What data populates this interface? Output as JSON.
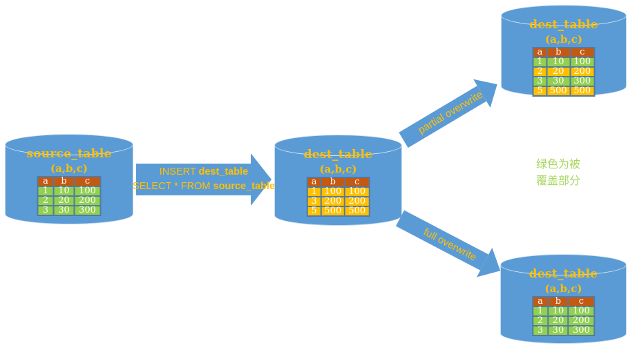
{
  "colors": {
    "cylinder_blue": "#5b9bd5",
    "header_orange": "#c45911",
    "row_green": "#92d050",
    "row_yellow": "#ffc000",
    "gold_text": "#ffc000",
    "note_green": "#a8d760"
  },
  "sql_arrow": {
    "line1": {
      "prefix": "INSERT ",
      "bold": "dest_table"
    },
    "line2": {
      "prefix": "SELECT * FROM ",
      "bold": "source_table"
    }
  },
  "flow_arrows": {
    "partial_label": "partial overwrite",
    "full_label": "full overwrite"
  },
  "note": {
    "line1": "绿色为被",
    "line2": "覆盖部分"
  },
  "cylinders": {
    "source": {
      "title": "source_table",
      "subtitle": "(a,b,c)",
      "columns": [
        "a",
        "b",
        "c"
      ],
      "rows": [
        {
          "cells": [
            "1",
            "10",
            "100"
          ],
          "color": "green"
        },
        {
          "cells": [
            "2",
            "20",
            "200"
          ],
          "color": "green"
        },
        {
          "cells": [
            "3",
            "30",
            "300"
          ],
          "color": "green"
        }
      ]
    },
    "dest_initial": {
      "title": "dest_table",
      "subtitle": "(a,b,c)",
      "columns": [
        "a",
        "b",
        "c"
      ],
      "rows": [
        {
          "cells": [
            "1",
            "100",
            "100"
          ],
          "color": "yellow"
        },
        {
          "cells": [
            "3",
            "200",
            "200"
          ],
          "color": "yellow"
        },
        {
          "cells": [
            "5",
            "500",
            "500"
          ],
          "color": "yellow"
        }
      ]
    },
    "dest_partial_overwrite": {
      "title": "dest_table",
      "subtitle": "(a,b,c)",
      "columns": [
        "a",
        "b",
        "c"
      ],
      "rows": [
        {
          "cells": [
            "1",
            "10",
            "100"
          ],
          "color": "green"
        },
        {
          "cells": [
            "2",
            "20",
            "200"
          ],
          "color": "yellow"
        },
        {
          "cells": [
            "3",
            "30",
            "300"
          ],
          "color": "green"
        },
        {
          "cells": [
            "5",
            "500",
            "500"
          ],
          "color": "yellow"
        }
      ]
    },
    "dest_full_overwrite": {
      "title": "dest_table",
      "subtitle": "(a,b,c)",
      "columns": [
        "a",
        "b",
        "c"
      ],
      "rows": [
        {
          "cells": [
            "1",
            "10",
            "100"
          ],
          "color": "green"
        },
        {
          "cells": [
            "2",
            "20",
            "200"
          ],
          "color": "green"
        },
        {
          "cells": [
            "3",
            "30",
            "300"
          ],
          "color": "green"
        }
      ]
    }
  }
}
